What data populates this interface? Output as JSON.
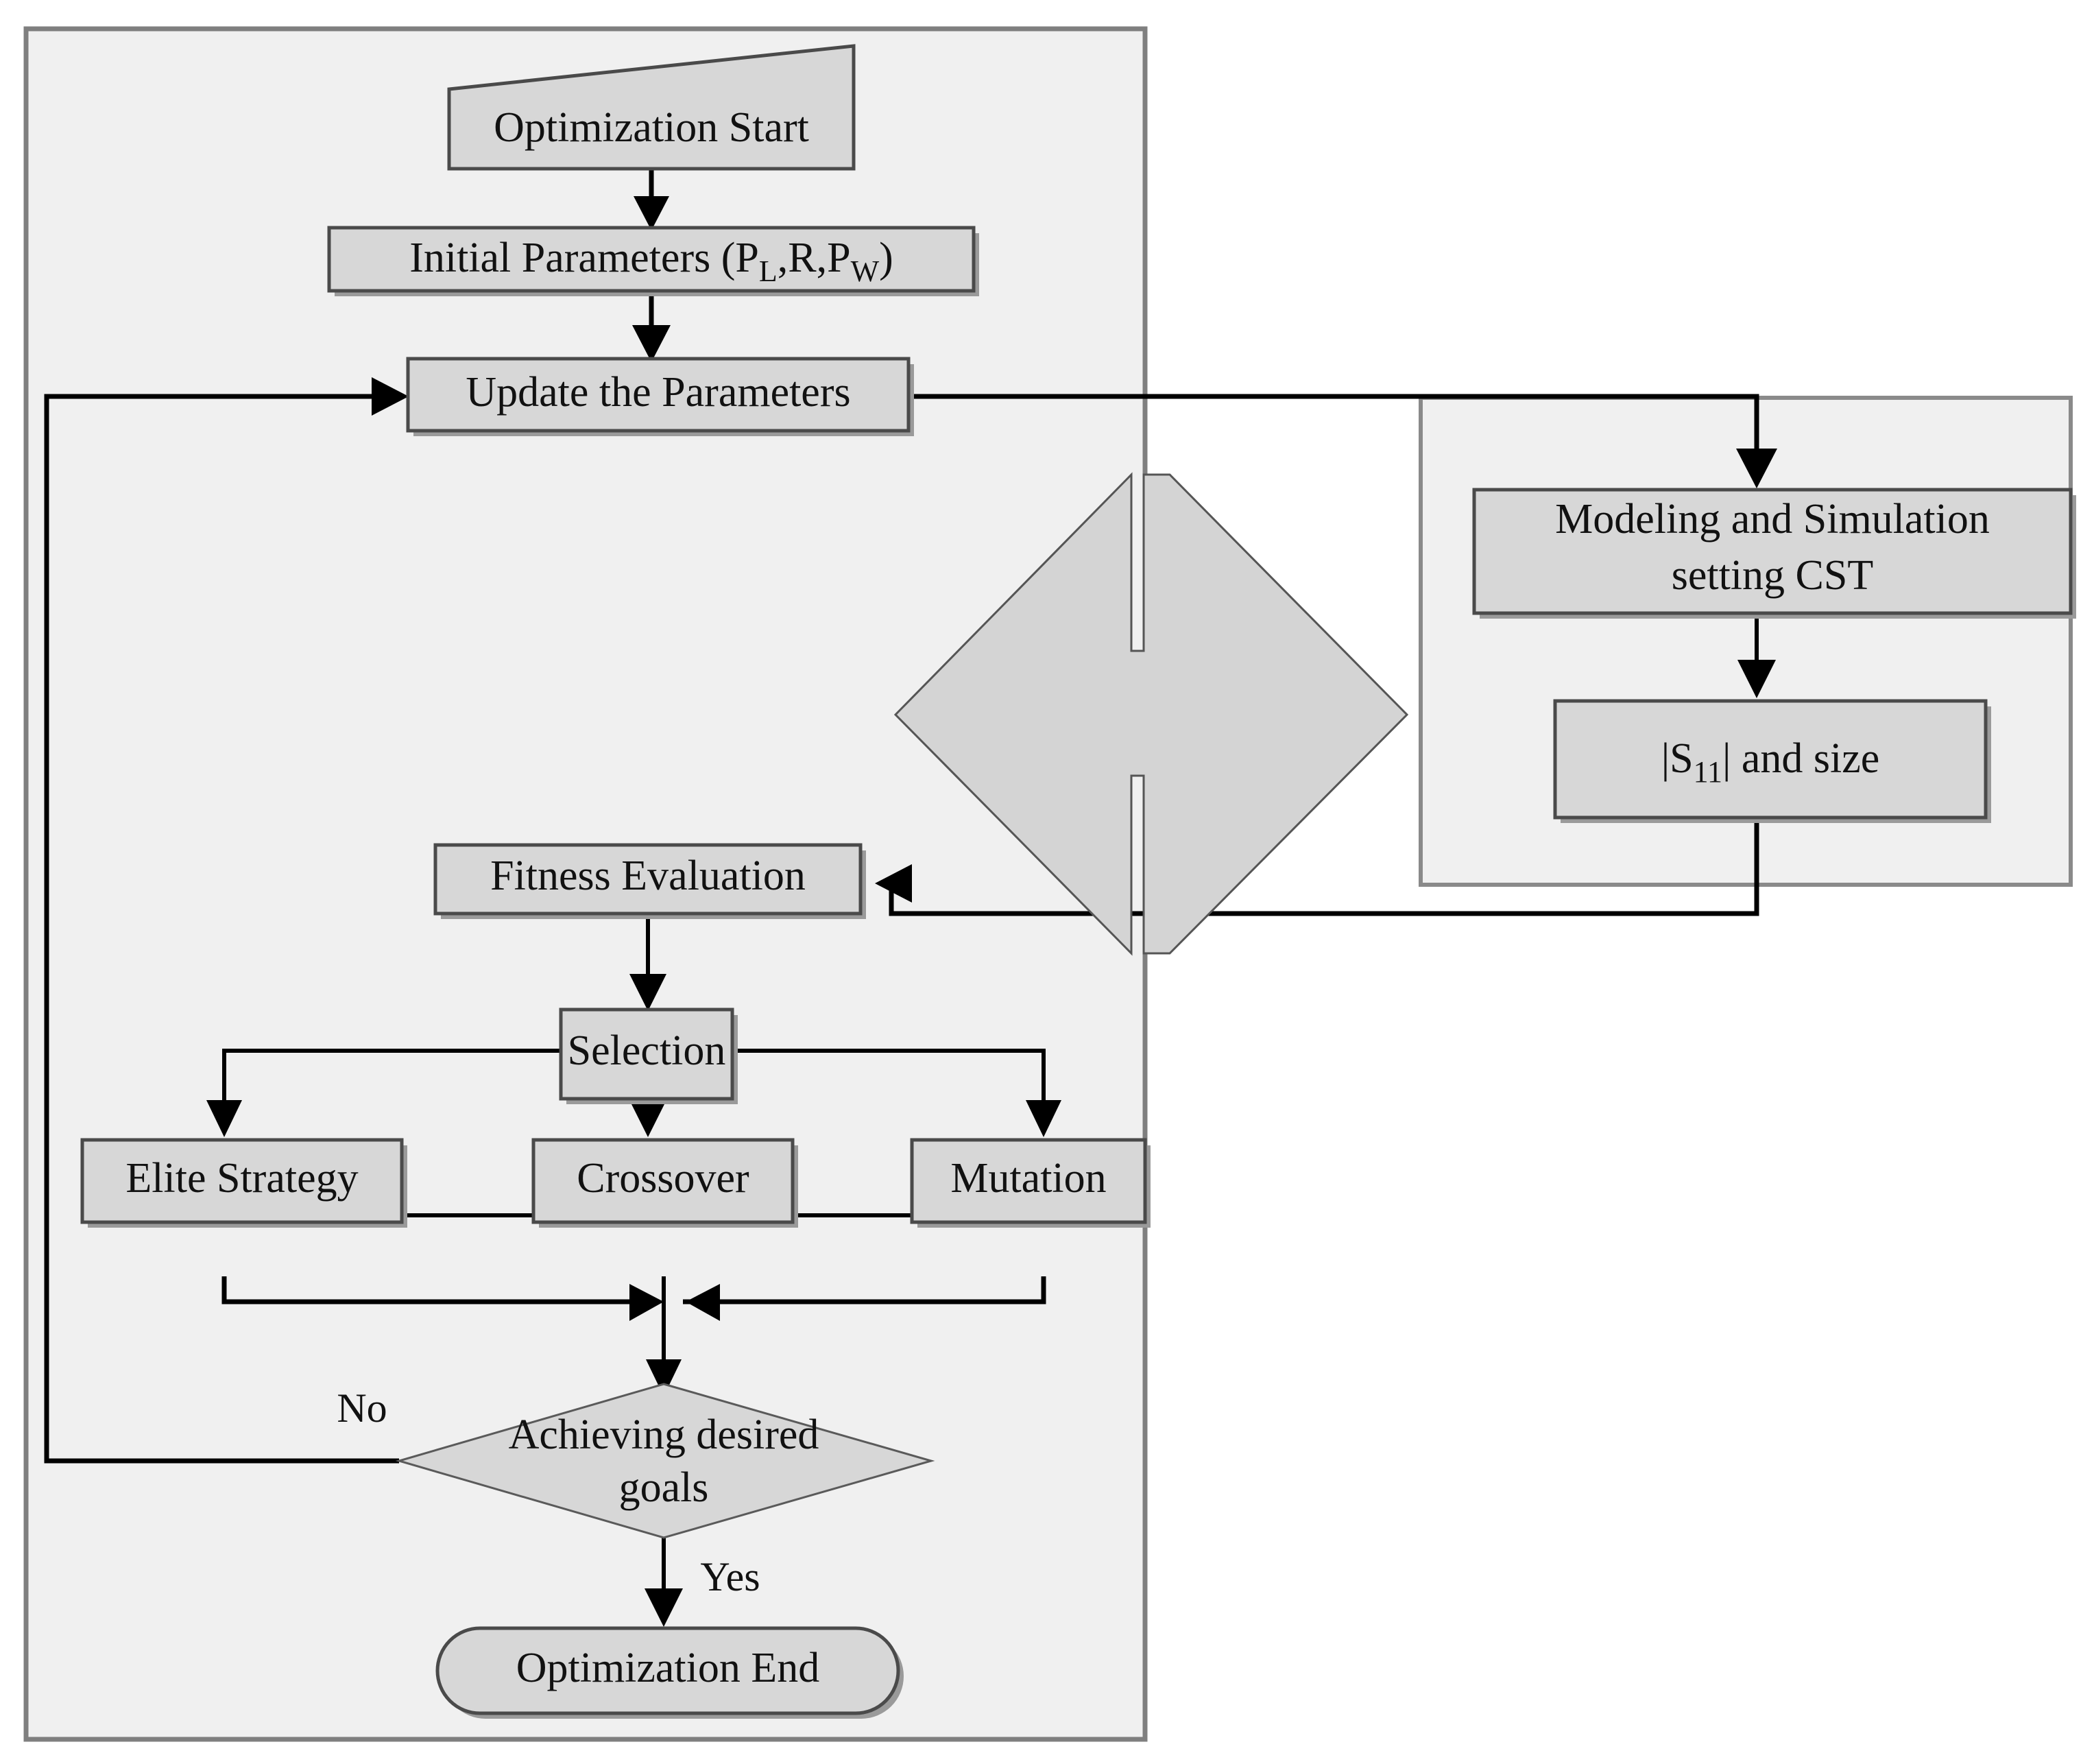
{
  "diagram": {
    "title": "Genetic Algorithm Optimization Flowchart",
    "type": "flowchart",
    "colors": {
      "panel_background": "#f0f0f0",
      "node_fill": "#d7d7d7",
      "node_border": "#4a4a4a",
      "connector": "#000000",
      "page_background": "#ffffff"
    },
    "panels": [
      {
        "id": "optimizer-panel",
        "label": ""
      },
      {
        "id": "simulator-panel",
        "label": ""
      }
    ],
    "nodes": {
      "start": {
        "label": "Optimization Start",
        "shape": "slanted-banner"
      },
      "initial_parameters": {
        "label": "Initial Parameters (P",
        "sub1": "L",
        "mid": ",R,P",
        "sub2": "W",
        "tail": ")",
        "shape": "rectangle"
      },
      "update_parameters": {
        "label": "Update the Parameters",
        "shape": "rectangle"
      },
      "modeling": {
        "label_line1": "Modeling and Simulation",
        "label_line2": "setting CST",
        "shape": "rectangle"
      },
      "s11": {
        "prefix": "|S",
        "sub": "11",
        "suffix": "| and size",
        "shape": "rectangle"
      },
      "fitness": {
        "label": "Fitness Evaluation",
        "shape": "rectangle"
      },
      "selection": {
        "label": "Selection",
        "shape": "rectangle"
      },
      "elite": {
        "label": "Elite Strategy",
        "shape": "rectangle"
      },
      "crossover": {
        "label": "Crossover",
        "shape": "rectangle"
      },
      "mutation": {
        "label": "Mutation",
        "shape": "rectangle"
      },
      "decision": {
        "label_line1": "Achieving desired",
        "label_line2": "goals",
        "shape": "diamond"
      },
      "end": {
        "label": "Optimization End",
        "shape": "rounded-rectangle"
      },
      "exchange": {
        "label": "",
        "shape": "double-headed-arrow"
      }
    },
    "edge_labels": {
      "no": "No",
      "yes": "Yes"
    },
    "edges": [
      {
        "from": "start",
        "to": "initial_parameters",
        "label": ""
      },
      {
        "from": "initial_parameters",
        "to": "update_parameters",
        "label": ""
      },
      {
        "from": "update_parameters",
        "to": "modeling",
        "label": ""
      },
      {
        "from": "modeling",
        "to": "s11",
        "label": ""
      },
      {
        "from": "s11",
        "to": "fitness",
        "label": ""
      },
      {
        "from": "fitness",
        "to": "selection",
        "label": ""
      },
      {
        "from": "selection",
        "to": "elite",
        "label": ""
      },
      {
        "from": "selection",
        "to": "crossover",
        "label": ""
      },
      {
        "from": "selection",
        "to": "mutation",
        "label": ""
      },
      {
        "from": "elite",
        "to": "merge",
        "label": ""
      },
      {
        "from": "crossover",
        "to": "merge",
        "label": ""
      },
      {
        "from": "mutation",
        "to": "merge",
        "label": ""
      },
      {
        "from": "merge",
        "to": "decision",
        "label": ""
      },
      {
        "from": "decision",
        "to": "update_parameters",
        "label": "No"
      },
      {
        "from": "decision",
        "to": "end",
        "label": "Yes"
      }
    ]
  }
}
